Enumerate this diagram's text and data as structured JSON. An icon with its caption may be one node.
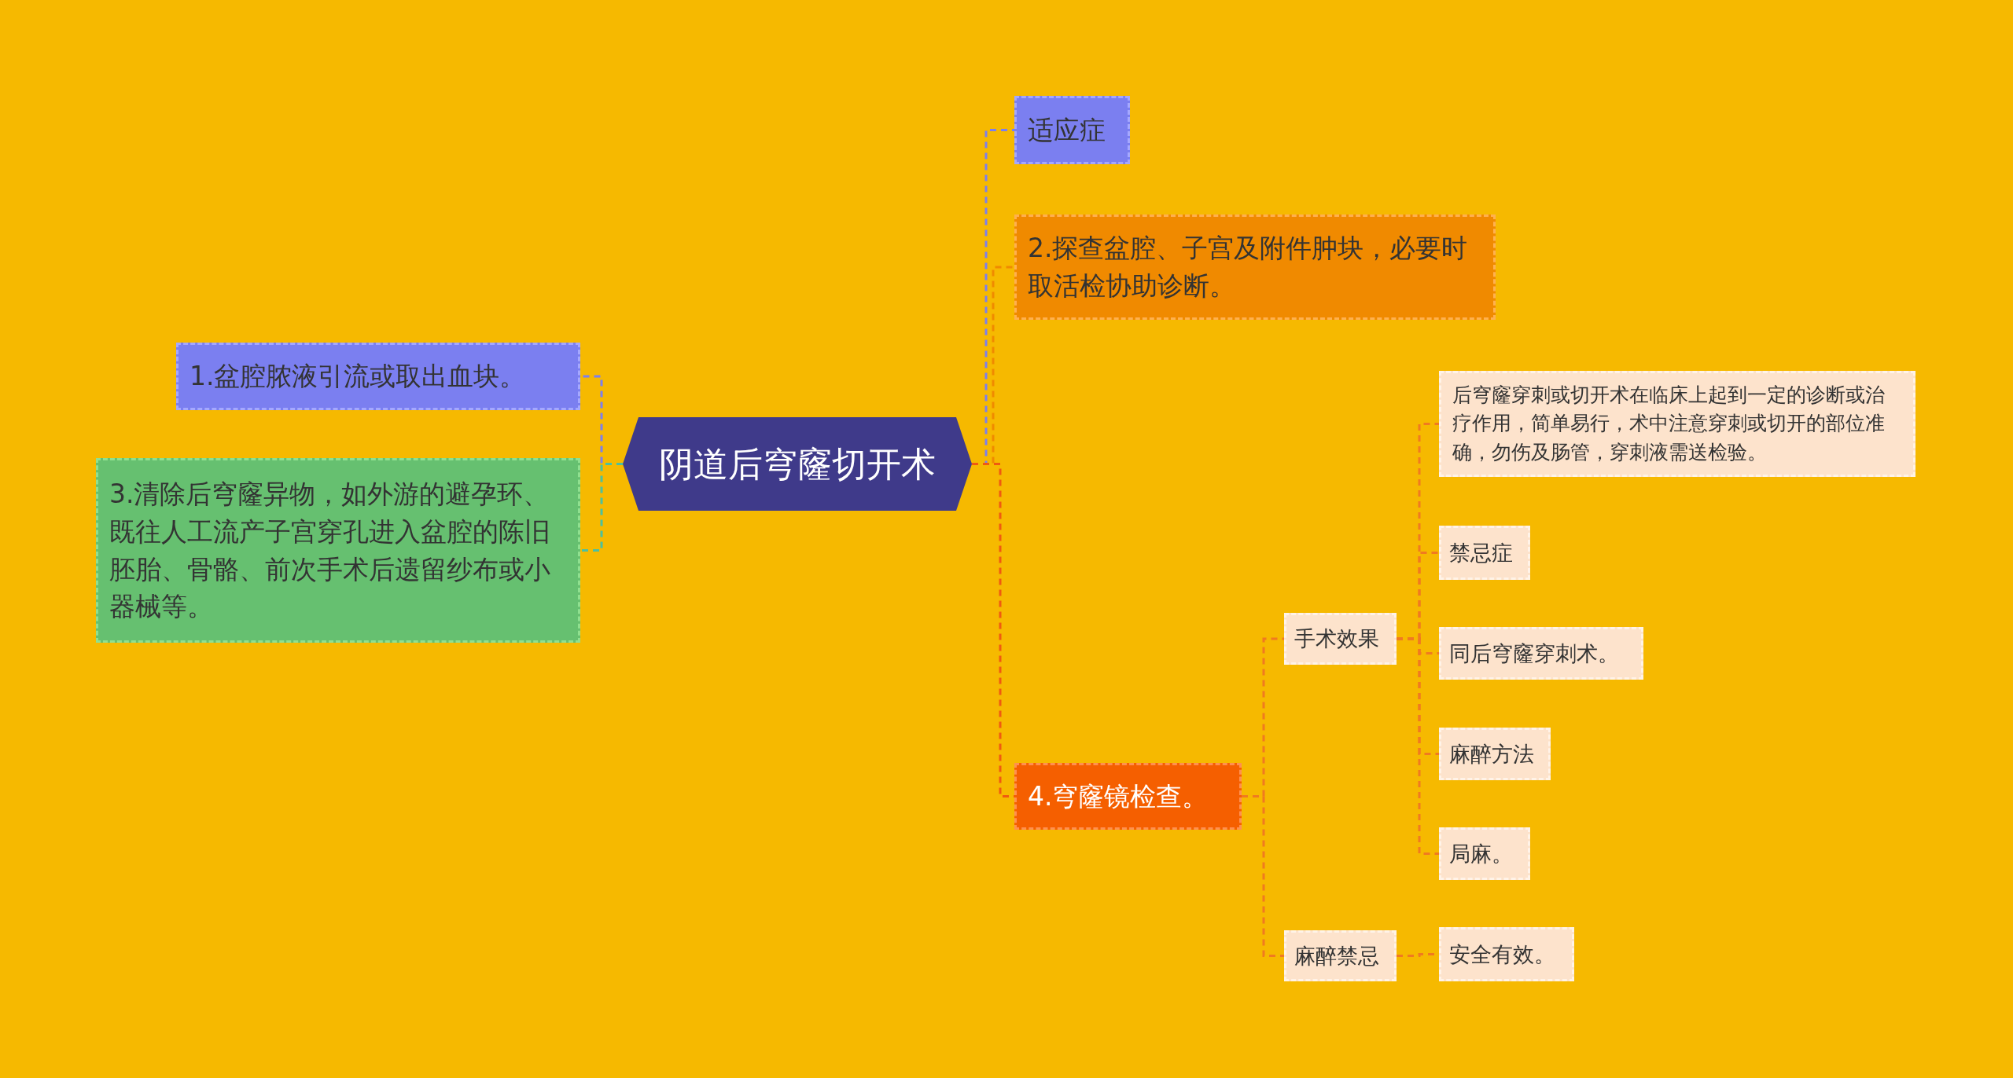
{
  "diagram": {
    "nodes": [
      {
        "text": [
          "阴道后穹窿切开术"
        ]
      },
      {
        "text": [
          "适应症"
        ]
      },
      {
        "text": [
          "2.探查盆腔、子宫及附件肿块，必要时取活检协助诊断。"
        ]
      },
      {
        "text": [
          "4.穹窿镜检查。"
        ]
      },
      {
        "text": [
          "手术效果"
        ]
      },
      {
        "text": [
          "麻醉禁忌"
        ]
      },
      {
        "text": [
          "后穹窿穿刺或切开术在临床上起到一定的诊断或治疗作用，简单易行，术中注意穿刺或切开的部位准确，勿伤及肠管，穿刺液需送检验。"
        ]
      },
      {
        "text": [
          "禁忌症"
        ]
      },
      {
        "text": [
          "同后穹窿穿刺术。"
        ]
      },
      {
        "text": [
          "麻醉方法"
        ]
      },
      {
        "text": [
          "局麻。"
        ]
      },
      {
        "text": [
          "安全有效。"
        ]
      },
      {
        "text": [
          "1.盆腔脓液引流或取出血块。"
        ]
      },
      {
        "text": [
          "3.清除后穹窿异物，如外游的避孕环、既往人工流产子宫穿孔进入盆腔的陈旧胚胎、骨骼、前次手术后遗留纱布或小器械等。"
        ]
      }
    ],
    "edges": [
      {
        "from": 0,
        "to": 1,
        "arrow": "none",
        "style": "dashed",
        "color": "#7b7ff0"
      },
      {
        "from": 0,
        "to": 2,
        "arrow": "none",
        "style": "dashed",
        "color": "#f08a00"
      },
      {
        "from": 0,
        "to": 3,
        "arrow": "none",
        "style": "dashed",
        "color": "#f05a10"
      },
      {
        "from": 3,
        "to": 4,
        "arrow": "none",
        "style": "dashed",
        "color": "#f07a20"
      },
      {
        "from": 3,
        "to": 5,
        "arrow": "none",
        "style": "dashed",
        "color": "#f07a20"
      },
      {
        "from": 4,
        "to": 6,
        "arrow": "none",
        "style": "dashed",
        "color": "#f07a20"
      },
      {
        "from": 4,
        "to": 7,
        "arrow": "none",
        "style": "dashed",
        "color": "#f07a20"
      },
      {
        "from": 4,
        "to": 8,
        "arrow": "none",
        "style": "dashed",
        "color": "#f07a20"
      },
      {
        "from": 4,
        "to": 9,
        "arrow": "none",
        "style": "dashed",
        "color": "#f07a20"
      },
      {
        "from": 4,
        "to": 10,
        "arrow": "none",
        "style": "dashed",
        "color": "#f07a20"
      },
      {
        "from": 5,
        "to": 11,
        "arrow": "none",
        "style": "dashed",
        "color": "#f07a20"
      },
      {
        "from": 0,
        "to": 12,
        "arrow": "none",
        "style": "dashed",
        "color": "#7b7ff0"
      },
      {
        "from": 0,
        "to": 13,
        "arrow": "none",
        "style": "dashed",
        "color": "#4cc0a0"
      }
    ]
  }
}
